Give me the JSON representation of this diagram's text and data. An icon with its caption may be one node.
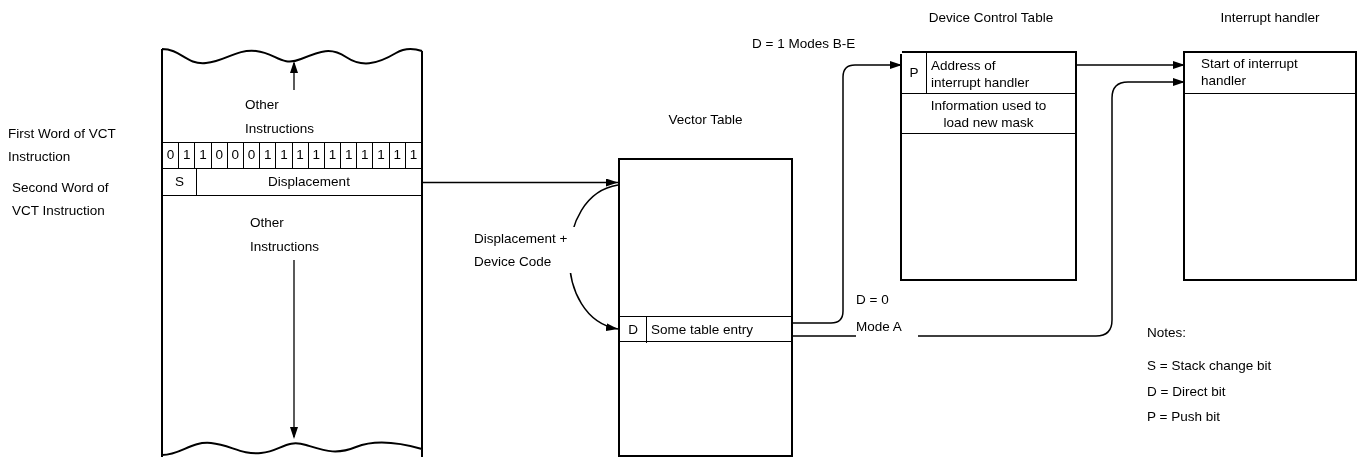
{
  "diagram": {
    "nodes": [
      {
        "text": [
          "Other Instructions",
          "Other Instructions"
        ]
      },
      {
        "text": [
          "0",
          "1",
          "1",
          "0",
          "0",
          "0",
          "1",
          "1",
          "1",
          "1",
          "1",
          "1",
          "1",
          "1",
          "1",
          "1"
        ],
        "in": 0,
        "beside": [
          "First Word of VCT Instruction"
        ]
      },
      {
        "text": [],
        "shape": "box",
        "in": 0,
        "beside": [
          "Second Word of VCT Instruction"
        ]
      },
      {
        "text": [
          "S"
        ],
        "in": 2
      },
      {
        "text": [
          "Displacement"
        ],
        "in": 2
      },
      {
        "text": [
          "Vector Table"
        ]
      },
      {
        "text": [],
        "shape": "box",
        "in": 5
      },
      {
        "text": [
          "D"
        ],
        "in": 6
      },
      {
        "text": [
          "Some table entry"
        ],
        "in": 6
      },
      {
        "text": [
          "Device Control Table"
        ]
      },
      {
        "text": [],
        "shape": "box",
        "in": 9
      },
      {
        "text": [
          "P"
        ],
        "in": 10
      },
      {
        "text": [
          "Address of interrupt handler"
        ],
        "in": 10
      },
      {
        "text": [
          "Information used to load new mask"
        ],
        "in": 9
      },
      {
        "text": [
          "Interrupt handler"
        ]
      },
      {
        "text": [
          "Start of interrupt handler"
        ],
        "in": 14
      }
    ],
    "edges": [
      {
        "from": 2,
        "to": 5,
        "arrow": "to"
      },
      {
        "from": 5,
        "to": 6,
        "arrow": "to",
        "label": "Displacement + Device Code"
      },
      {
        "from": 6,
        "to": 10,
        "arrow": "to",
        "label": "D = 1 Modes B-E"
      },
      {
        "from": 10,
        "to": 15,
        "arrow": "to"
      },
      {
        "from": 6,
        "to": 15,
        "arrow": "to",
        "label": "D = 0 Mode A"
      }
    ],
    "labels": [
      "Notes:",
      "S = Stack change bit",
      "D = Direct bit",
      "P = Push bit"
    ]
  }
}
